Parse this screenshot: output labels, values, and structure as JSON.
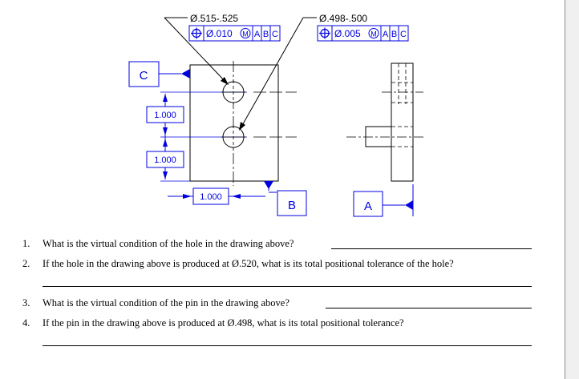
{
  "drawing": {
    "hole_callout": {
      "size": "Ø.515-.525",
      "fcf": {
        "symbol": "position-icon",
        "tolerance": "Ø.010",
        "modifier": "M",
        "datums": [
          "A",
          "B",
          "C"
        ]
      }
    },
    "pin_callout": {
      "size": "Ø.498-.500",
      "fcf": {
        "symbol": "position-icon",
        "tolerance": "Ø.005",
        "modifier": "M",
        "datums": [
          "A",
          "B",
          "C"
        ]
      }
    },
    "datum_labels": {
      "c": "C",
      "b": "B",
      "a": "A"
    },
    "basic_dims": {
      "upper_vertical": "1.000",
      "lower_vertical": "1.000",
      "horizontal": "1.000"
    },
    "colors": {
      "annotation": "#0000e0",
      "outline": "#000000"
    }
  },
  "questions": [
    {
      "number": "1.",
      "text": "What is the virtual condition of the hole in the drawing above?"
    },
    {
      "number": "2.",
      "text": "If the hole in the drawing above is produced at Ø.520, what is its total positional tolerance of the hole?"
    },
    {
      "number": "3.",
      "text": "What is the virtual condition of the pin in the drawing above?"
    },
    {
      "number": "4.",
      "text": "If the pin in the drawing above is produced at Ø.498, what is its total positional tolerance?"
    }
  ]
}
